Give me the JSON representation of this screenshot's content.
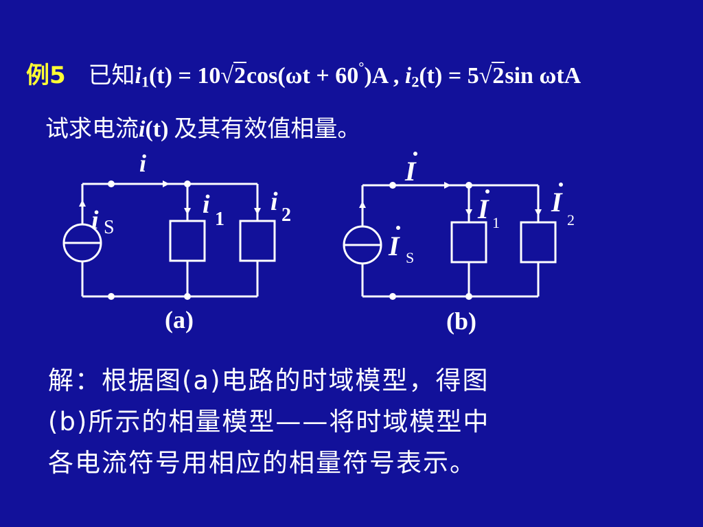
{
  "problem": {
    "label": "例5",
    "given": "已知",
    "i1_expr": {
      "lhs": "i",
      "sub": "1",
      "arg": "(t)",
      "eq": " = 10",
      "root": "2",
      "fn": "cos(ωt + 60",
      "deg": "°",
      "tail": ")A"
    },
    "separator": " , ",
    "i2_expr": {
      "lhs": "i",
      "sub": "2",
      "arg": "(t)",
      "eq": " = 5",
      "root": "2",
      "fn": "sin ωt",
      "tail": "A"
    },
    "task_prefix": "试求电流",
    "task_var": "i",
    "task_arg": "(t)",
    "task_suffix": "及其有效值相量。"
  },
  "diagram_a": {
    "current_total": "i",
    "source_label": "i",
    "source_sub": "S",
    "branch1_label": "i",
    "branch1_sub": "1",
    "branch2_label": "i",
    "branch2_sub": "2",
    "caption": "(a)"
  },
  "diagram_b": {
    "current_total": "I",
    "dot": "·",
    "source_label": "I",
    "source_sub": "S",
    "branch1_label": "I",
    "branch1_sub": "1",
    "branch2_label": "I",
    "branch2_sub": "2",
    "caption": "(b)"
  },
  "solution": {
    "line1": "解：根据图(a)电路的时域模型，得图",
    "line2": "(b)所示的相量模型——将时域模型中",
    "line3": "各电流符号用相应的相量符号表示。"
  }
}
